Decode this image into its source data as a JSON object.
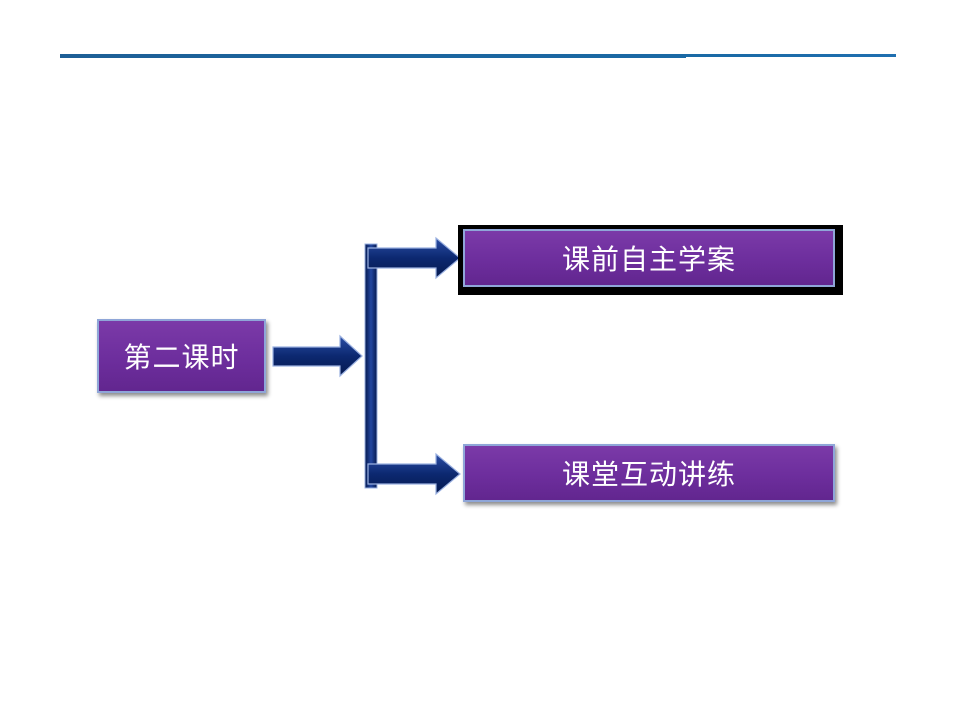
{
  "diagram": {
    "root": {
      "label": "第二课时"
    },
    "branches": [
      {
        "label": "课前自主学案",
        "selected": true
      },
      {
        "label": "课堂互动讲练",
        "selected": false
      }
    ]
  },
  "colors": {
    "rule": "#1d5f96",
    "node_fill": "#6d2e9d",
    "node_border": "#8fa6d8",
    "connector": "#0d2a73",
    "selection_frame": "#000000"
  }
}
